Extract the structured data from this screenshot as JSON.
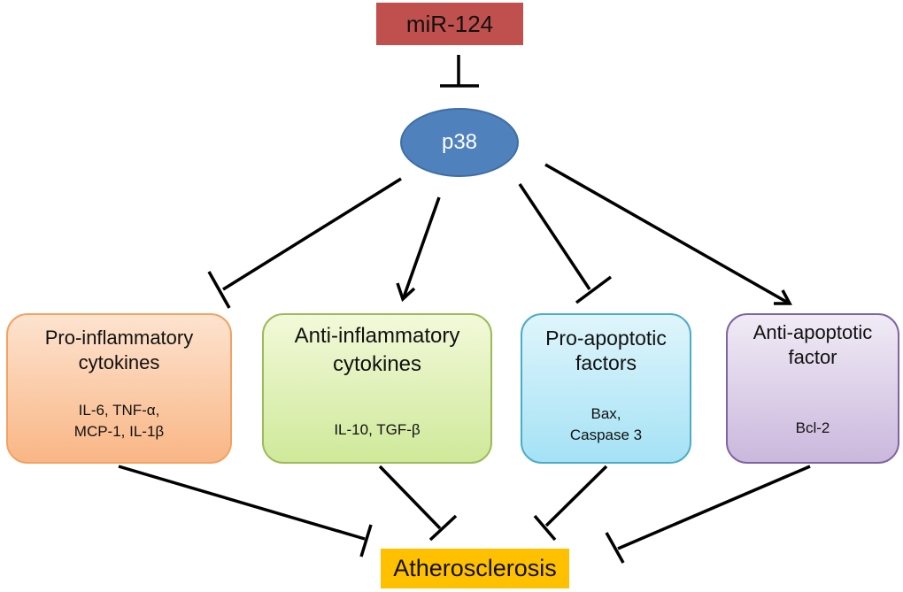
{
  "diagram": {
    "top_node": {
      "label": "miR-124",
      "color": "#c0504d"
    },
    "hub_node": {
      "label": "p38",
      "color": "#4f81bd"
    },
    "boxes": [
      {
        "title": "Pro-inflammatory cytokines",
        "title_line1": "Pro-inflammatory",
        "title_line2": "cytokines",
        "detail_line1": "IL-6, TNF-α,",
        "detail_line2": "MCP-1, IL-1β",
        "color": "#f9b685",
        "edge_from_p38": "inhibits"
      },
      {
        "title": "Anti-inflammatory cytokines",
        "title_line1": "Anti-inflammatory",
        "title_line2": "cytokines",
        "detail_line1": "IL-10, TGF-β",
        "color": "#cfe99a",
        "edge_from_p38": "activates"
      },
      {
        "title": "Pro-apoptotic factors",
        "title_line1": "Pro-apoptotic",
        "title_line2": "factors",
        "detail_line1": "Bax,",
        "detail_line2": "Caspase 3",
        "color": "#a5e2f5",
        "edge_from_p38": "inhibits"
      },
      {
        "title": "Anti-apoptotic factor",
        "title_line1": "Anti-apoptotic",
        "title_line2": "factor",
        "detail_line1": "Bcl-2",
        "color": "#cbb8dd",
        "edge_from_p38": "activates"
      }
    ],
    "outcome_node": {
      "label": "Atherosclerosis",
      "color": "#ffc000"
    },
    "edges": [
      {
        "from": "miR-124",
        "to": "p38",
        "type": "inhibits"
      },
      {
        "from": "p38",
        "to": "Pro-inflammatory cytokines",
        "type": "inhibits"
      },
      {
        "from": "p38",
        "to": "Anti-inflammatory cytokines",
        "type": "activates"
      },
      {
        "from": "p38",
        "to": "Pro-apoptotic factors",
        "type": "inhibits"
      },
      {
        "from": "p38",
        "to": "Anti-apoptotic factor",
        "type": "activates"
      },
      {
        "from": "Pro-inflammatory cytokines",
        "to": "Atherosclerosis",
        "type": "inhibits"
      },
      {
        "from": "Anti-inflammatory cytokines",
        "to": "Atherosclerosis",
        "type": "inhibits"
      },
      {
        "from": "Pro-apoptotic factors",
        "to": "Atherosclerosis",
        "type": "inhibits"
      },
      {
        "from": "Anti-apoptotic factor",
        "to": "Atherosclerosis",
        "type": "inhibits"
      }
    ]
  }
}
